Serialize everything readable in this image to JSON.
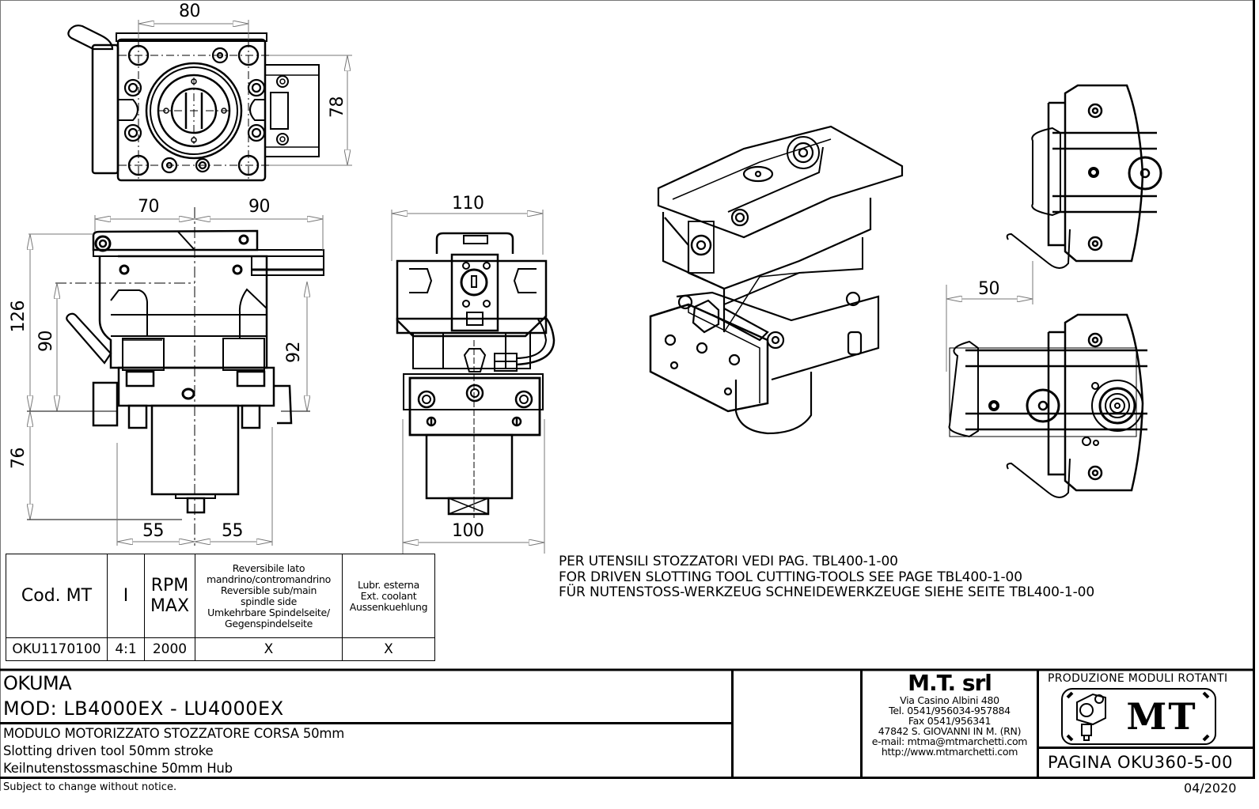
{
  "drawing": {
    "dimensions": {
      "top_view_width": "80",
      "top_view_height": "78",
      "front_left_width": "70",
      "front_right_width": "90",
      "overall_height": "126",
      "center_height_left": "90",
      "center_height_right": "92",
      "lower_height": "76",
      "base_half_left": "55",
      "base_half_right": "55",
      "side_top_width": "110",
      "side_bottom_width": "100",
      "stroke": "50"
    },
    "views": [
      "top-view",
      "front-view",
      "side-view",
      "isometric-view",
      "stroke-retracted-view",
      "stroke-extended-view"
    ]
  },
  "spec_table": {
    "headers": {
      "code": "Cod. MT",
      "ratio": "I",
      "rpm_line1": "RPM",
      "rpm_line2": "MAX",
      "reversible": [
        "Reversibile lato",
        "mandrino/contromandrino",
        "Reversible sub/main",
        "spindle side",
        "Umkehrbare Spindelseite/",
        "Gegenspindelseite"
      ],
      "coolant": [
        "Lubr. esterna",
        "Ext. coolant",
        "Aussenkuehlung"
      ]
    },
    "rows": [
      {
        "code": "OKU1170100",
        "ratio": "4:1",
        "rpm": "2000",
        "reversible": "X",
        "coolant": "X"
      }
    ]
  },
  "notes": [
    "PER UTENSILI STOZZATORI VEDI PAG. TBL400-1-00",
    "FOR DRIVEN SLOTTING TOOL CUTTING-TOOLS SEE PAGE TBL400-1-00",
    "FÜR NUTENSTOSS-WERKZEUG SCHNEIDEWERKZEUGE SIEHE SEITE TBL400-1-00"
  ],
  "title_block": {
    "machine_brand": "OKUMA",
    "models": "MOD: LB4000EX - LU4000EX",
    "description": [
      "MODULO MOTORIZZATO STOZZATORE CORSA 50mm",
      "Slotting driven tool 50mm stroke",
      "Keilnutenstossmaschine 50mm Hub"
    ],
    "company": {
      "name": "M.T. srl",
      "address": "Via Casino Albini 480",
      "tel": "Tel. 0541/956034-957884",
      "fax": "Fax 0541/956341",
      "city": "47842 S. GIOVANNI IN M. (RN)",
      "email": "e-mail: mtma@mtmarchetti.com",
      "web": "http://www.mtmarchetti.com"
    },
    "division": "PRODUZIONE MODULI ROTANTI",
    "logo_text": "MT",
    "page": "PAGINA OKU360-5-00",
    "disclaimer": "Subject to change without notice.",
    "date": "04/2020"
  }
}
